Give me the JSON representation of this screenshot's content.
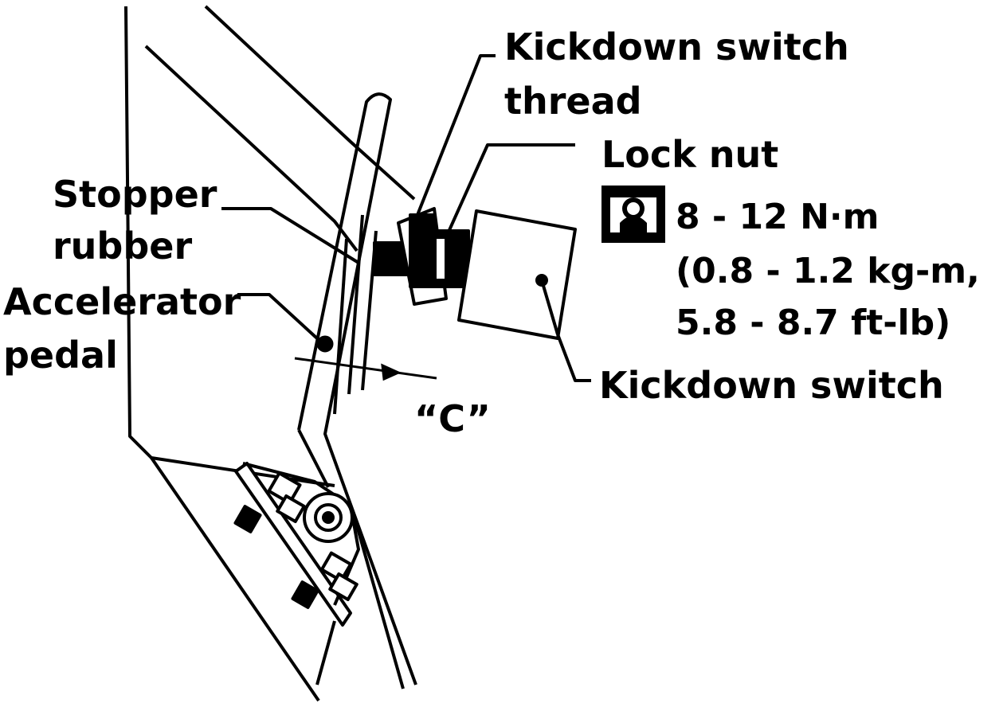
{
  "labels": {
    "kickdown_switch_thread_1": "Kickdown switch",
    "kickdown_switch_thread_2": "thread",
    "lock_nut": "Lock nut",
    "stopper_rubber_1": "Stopper",
    "stopper_rubber_2": "rubber",
    "accelerator_pedal_1": "Accelerator",
    "accelerator_pedal_2": "pedal",
    "kickdown_switch": "Kickdown switch",
    "clearance_c": "“C”"
  },
  "torque_spec": {
    "line1": "8 - 12 N·m",
    "line2": "(0.8 - 1.2 kg-m,",
    "line3": "5.8 - 8.7 ft-lb)"
  },
  "icons": {
    "torque": "torque-wrench-icon"
  },
  "colors": {
    "ink": "#000000",
    "paper": "#ffffff"
  }
}
